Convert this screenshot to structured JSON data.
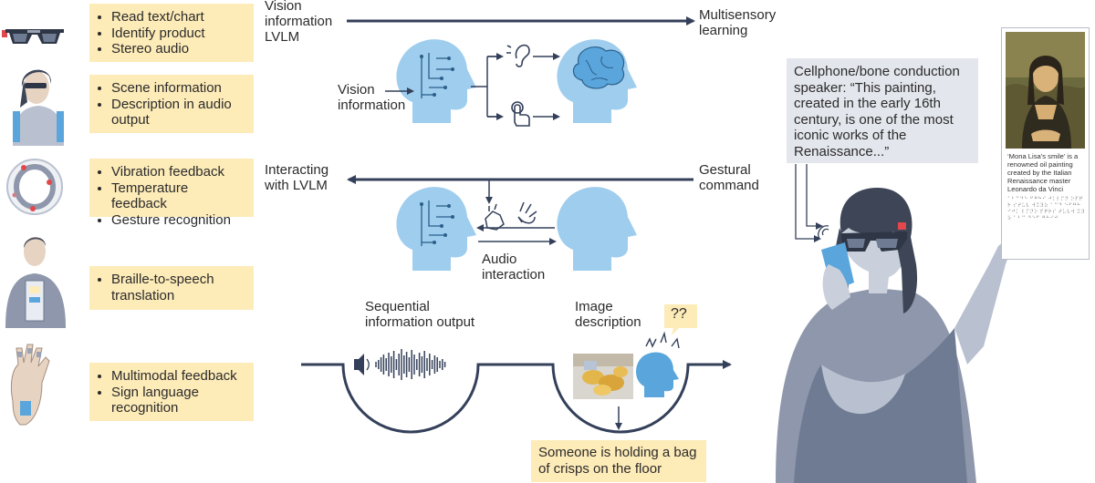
{
  "devices": [
    {
      "name": "smart-glasses",
      "features": [
        "Read text/chart",
        "Identify product",
        "Stereo audio"
      ]
    },
    {
      "name": "wearable-backpack",
      "features": [
        "Scene information",
        "Description in audio output"
      ]
    },
    {
      "name": "smart-ring",
      "features": [
        "Vibration feedback",
        "Temperature feedback",
        "Gesture recognition"
      ]
    },
    {
      "name": "braille-device",
      "features": [
        "Braille-to-speech translation"
      ]
    },
    {
      "name": "smart-glove",
      "features": [
        "Multimodal feedback",
        "Sign language recognition"
      ]
    }
  ],
  "top_flow": {
    "left_label": "Vision information LVLM",
    "right_label": "Multisensory learning",
    "vision_info_label": "Vision information"
  },
  "middle_flow": {
    "left_label": "Interacting with LVLM",
    "right_label": "Gestural command",
    "audio_label": "Audio interaction"
  },
  "bottom_flow": {
    "sequential_label": "Sequential information output",
    "image_label": "Image description",
    "confused_label": "??",
    "caption": "Someone is holding a bag of crisps on the floor"
  },
  "speech_bubble": "Cellphone/bone conduction speaker: “This painting, created in the early 16th century, is one of the most iconic works of the Renaissance...”",
  "artwork_card": {
    "caption": "‘Mona Lisa’s smile’ is a renowned oil painting created by the Italian Renaissance master Leonardo da Vinci",
    "braille": "⠁⠃⠉⠙⠑ ⠋⠛⠓⠊ ⠚⠅⠇⠍⠝ ⠕⠏⠟⠗ ⠎⠞⠥⠧ ⠺⠭⠽⠵ ⠁⠉⠙ ⠑⠋⠛⠓ ⠊⠚⠅ ⠇⠍⠝⠕ ⠏⠟⠗⠎ ⠞⠥⠧⠺ ⠭⠽⠵ ⠁⠃⠉ ⠙⠑⠋ ⠛⠓⠊⠚"
  },
  "colors": {
    "accent_blue": "#5aa6dc",
    "arrow_navy": "#34405a",
    "box_yellow": "#fdebb8",
    "bubble_grey": "#e3e6ec",
    "figure_grey": "#8e97ab",
    "badge_red": "#e2474b"
  }
}
